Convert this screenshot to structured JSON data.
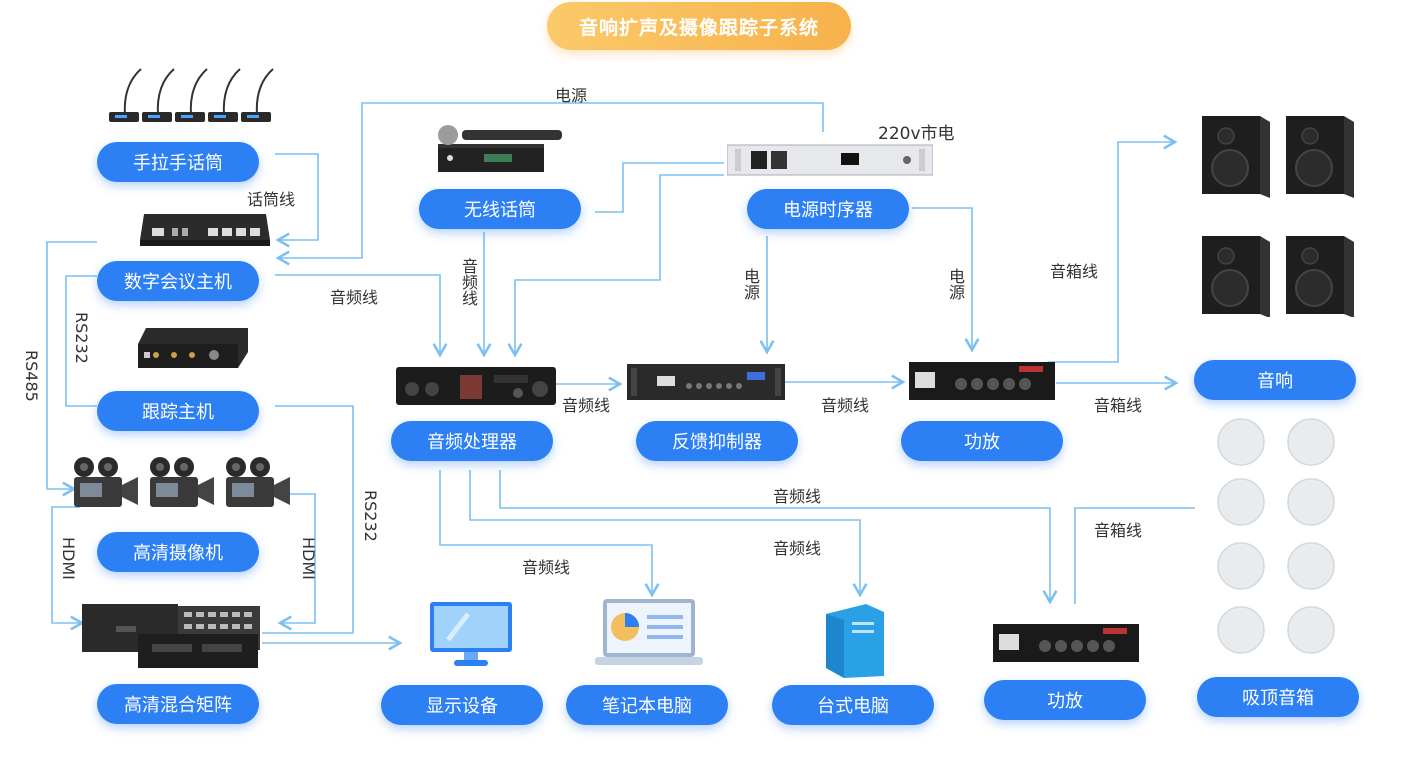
{
  "title": "音响扩声及摄像跟踪子系统",
  "nodes": {
    "mic_chain": "手拉手话筒",
    "conference_host": "数字会议主机",
    "tracking_host": "跟踪主机",
    "hd_camera": "高清摄像机",
    "hd_matrix": "高清混合矩阵",
    "wireless_mic": "无线话筒",
    "power_sequencer": "电源时序器",
    "audio_processor": "音频处理器",
    "feedback_suppressor": "反馈抑制器",
    "amplifier_top": "功放",
    "speaker": "音响",
    "display": "显示设备",
    "laptop": "笔记本电脑",
    "desktop": "台式电脑",
    "amplifier_bottom": "功放",
    "ceiling_speaker": "吸顶音箱"
  },
  "labels": {
    "power_top": "电源",
    "mains": "220v市电",
    "mic_cable": "话筒线",
    "audio_cable_host": "音频线",
    "audio_cable_wireless": "音频线",
    "power_feedback": "电源",
    "power_amp": "电源",
    "speaker_cable_top": "音箱线",
    "rs232_left": "RS232",
    "rs485": "RS485",
    "audio_cable_proc_fbx": "音频线",
    "audio_cable_fbx_amp": "音频线",
    "speaker_cable_amp": "音箱线",
    "audio_cable_long": "音频线",
    "speaker_cable_ceiling": "音箱线",
    "hdmi_left": "HDMI",
    "hdmi_right": "HDMI",
    "rs232_right": "RS232",
    "audio_cable_laptop": "音频线",
    "audio_cable_desktop": "音频线"
  },
  "colors": {
    "accent": "#2d7ff4",
    "wire": "#7cc0f0",
    "title_gradient_start": "#fbc96a",
    "title_gradient_end": "#f7b24b"
  }
}
